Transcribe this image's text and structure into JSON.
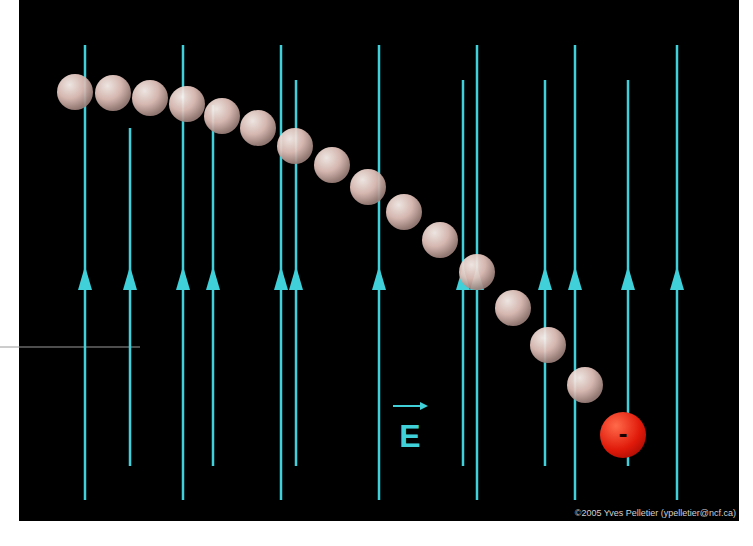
{
  "diagram": {
    "nodes": [
      {
        "text": [
          "-"
        ]
      }
    ],
    "labels": [
      "E",
      "©2005 Yves Pelletier (ypelletier@ncf.ca)"
    ]
  }
}
